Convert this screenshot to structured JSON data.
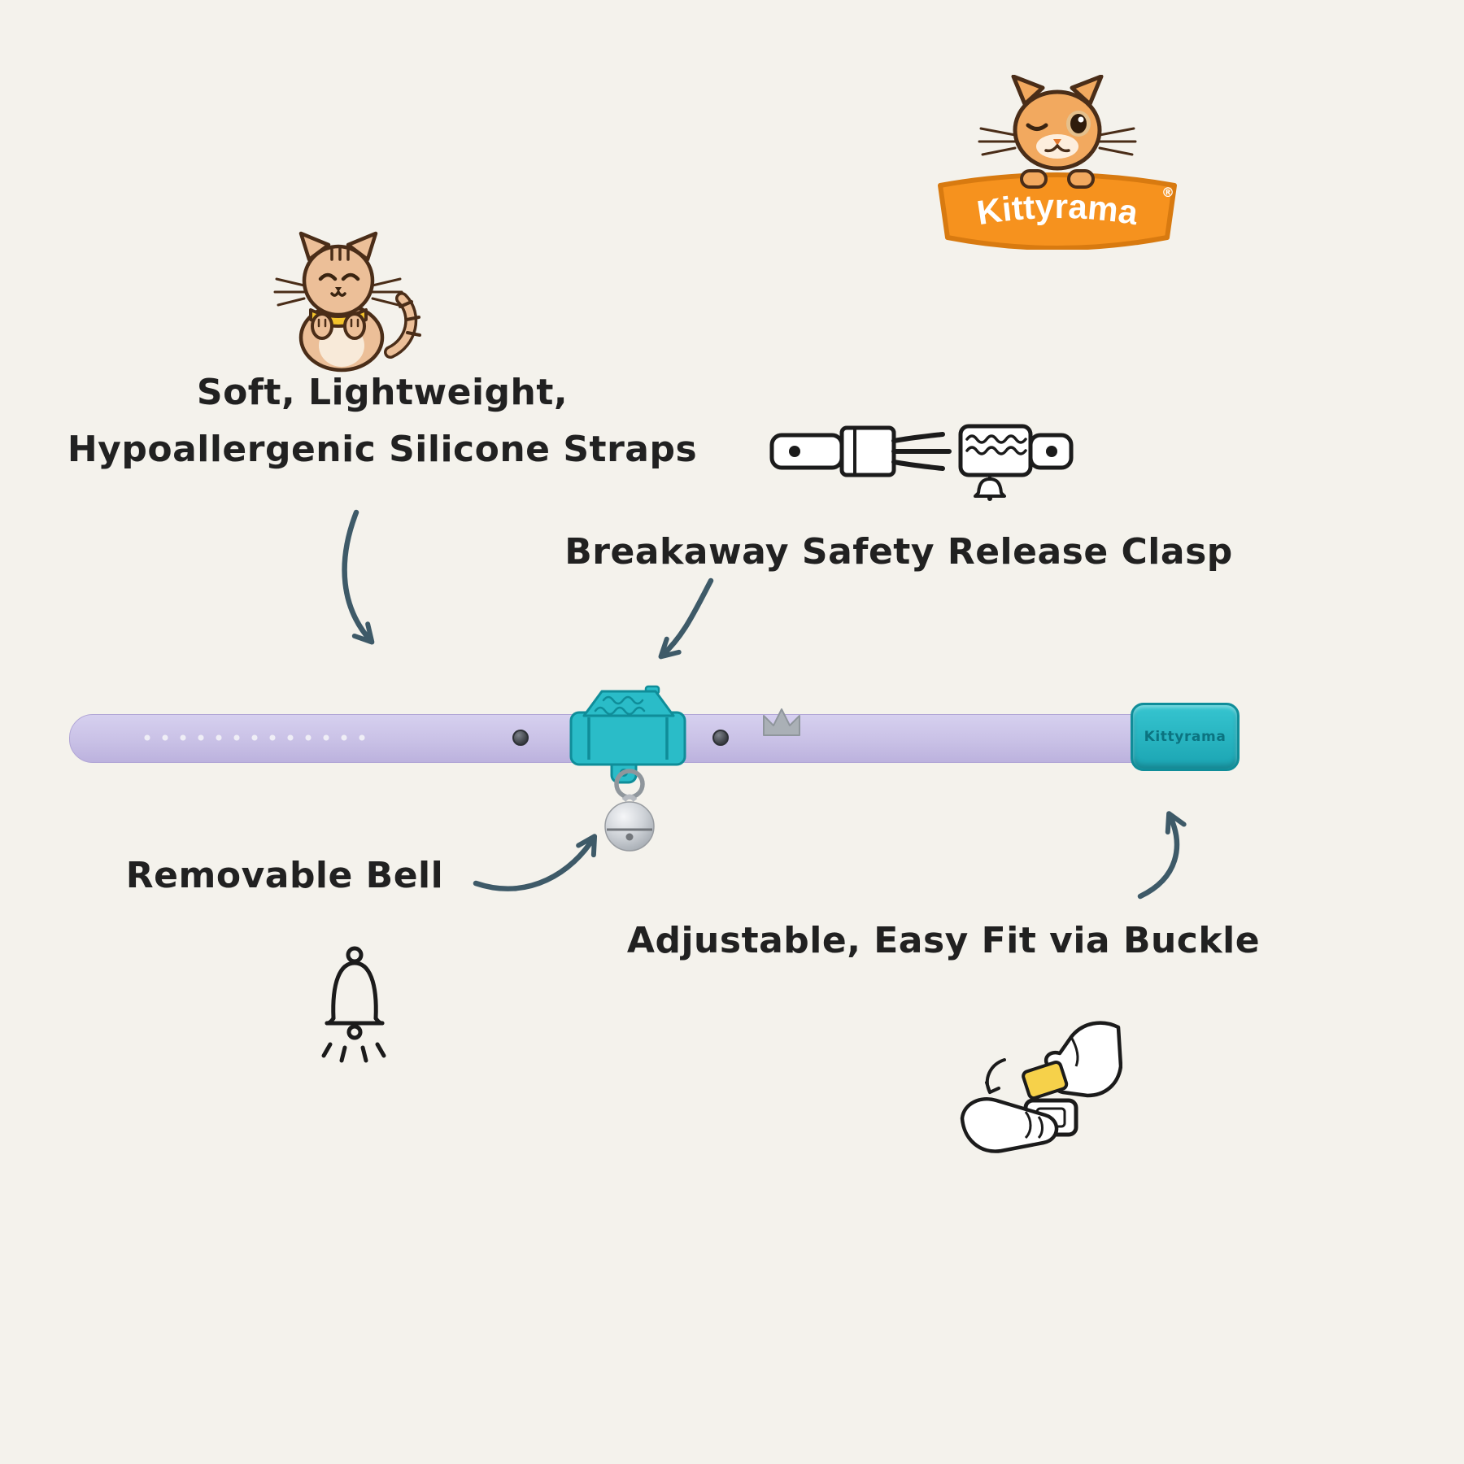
{
  "logo": {
    "brand": "Kittyrama",
    "registered": "®"
  },
  "labels": {
    "straps_line1": "Soft, Lightweight,",
    "straps_line2": "Hypoallergenic Silicone Straps",
    "clasp": "Breakaway Safety Release Clasp",
    "bell": "Removable Bell",
    "buckle": "Adjustable, Easy Fit via Buckle"
  },
  "collar": {
    "buckle_text": "Kittyrama",
    "charm": "crown",
    "strap_color": "#c9c1e6",
    "clasp_color": "#2abcc8",
    "bell_color": "#cfd3d8"
  },
  "colors": {
    "background": "#f4f2ec",
    "text": "#212121",
    "arrow": "#3e5a68",
    "banner_orange": "#f6921e",
    "teal_dark": "#0f8d99"
  },
  "icons": {
    "logo_cat": "winking-cat-icon",
    "happy_cat": "happy-cat-icon",
    "clasp_sketch": "breakaway-clasp-sketch-icon",
    "bell_sketch": "bell-sketch-icon",
    "hands_sketch": "hands-buckle-sketch-icon",
    "crown_charm": "crown-charm-icon"
  }
}
